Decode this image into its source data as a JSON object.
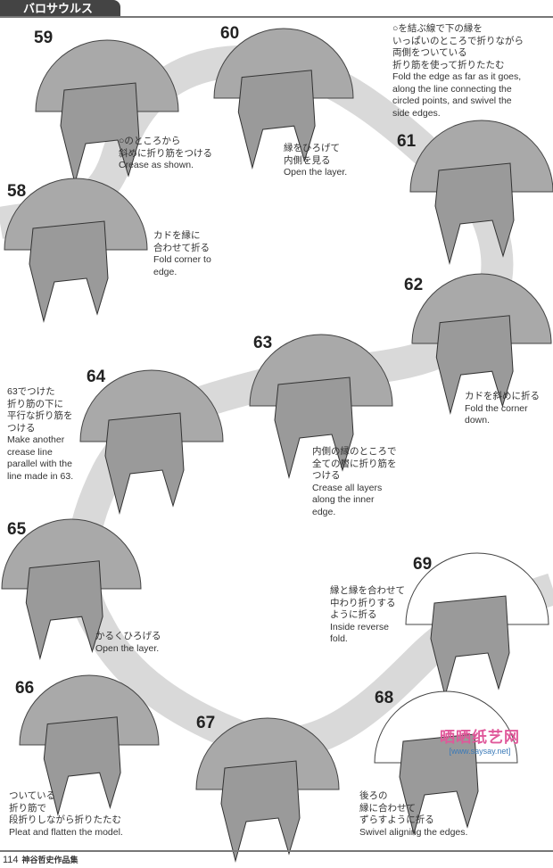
{
  "header": {
    "title": "バロサウルス"
  },
  "steps": [
    {
      "n": "59",
      "text": "○のところから\n斜めに折り筋をつける\nCrease as shown."
    },
    {
      "n": "60",
      "text": "縁をひろげて\n内側を見る\nOpen the layer."
    },
    {
      "n": "61",
      "text": "○を結ぶ線で下の縁を\nいっぱいのところで折りながら\n両側をついている\n折り筋を使って折りたたむ\nFold the edge as far as it goes,\nalong the line connecting the\ncircled points, and swivel the\nside edges."
    },
    {
      "n": "58",
      "text": "カドを縁に\n合わせて折る\nFold corner to\nedge."
    },
    {
      "n": "62",
      "text": "カドを斜めに折る\nFold the corner\ndown."
    },
    {
      "n": "63",
      "text": "内側の縁のところで\n全ての層に折り筋を\nつける\nCrease all layers\nalong the inner\nedge."
    },
    {
      "n": "64",
      "text": "63でつけた\n折り筋の下に\n平行な折り筋を\nつける\nMake another\ncrease line\nparallel with the\nline made in 63."
    },
    {
      "n": "65",
      "text": "かるくひろげる\nOpen the layer."
    },
    {
      "n": "69",
      "text": "縁と縁を合わせて\n中わり折りする\nように折る\nInside reverse\nfold."
    },
    {
      "n": "66",
      "text": "ついている\n折り筋で\n段折りしながら折りたたむ\nPleat and flatten the model."
    },
    {
      "n": "67",
      "text": ""
    },
    {
      "n": "68",
      "text": "後ろの\n縁に合わせて\nずらすように折る\nSwivel aligning the edges."
    }
  ],
  "footer": {
    "page": "114",
    "book": "神谷哲史作品集"
  },
  "watermark": {
    "name": "晒晒纸艺网",
    "url": "[www.saysay.net]"
  }
}
